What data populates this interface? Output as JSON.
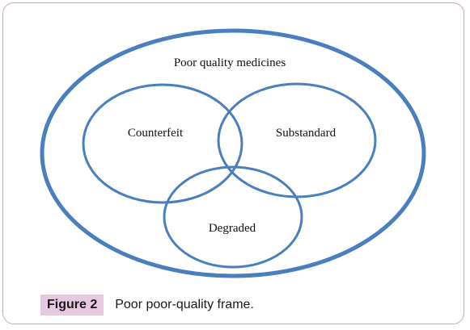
{
  "diagram": {
    "outer_label": "Poor quality medicines",
    "circles": [
      {
        "label": "Counterfeit"
      },
      {
        "label": "Substandard"
      },
      {
        "label": "Degraded"
      }
    ],
    "stroke_color": "#4a7fbf"
  },
  "caption": {
    "figure_label": "Figure 2",
    "text": "Poor poor-quality frame."
  }
}
